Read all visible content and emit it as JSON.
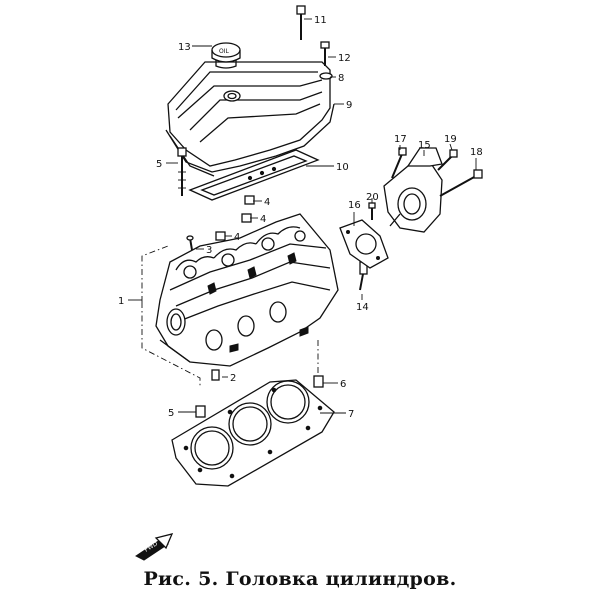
{
  "caption": "Рис. 5. Головка цилиндров.",
  "callouts": [
    "1",
    "2",
    "3",
    "4",
    "5",
    "6",
    "7",
    "8",
    "9",
    "10",
    "11",
    "12",
    "13",
    "14",
    "15",
    "16",
    "17",
    "18",
    "19",
    "20"
  ],
  "cap_text": "OIL",
  "fwd_label": "FWD"
}
